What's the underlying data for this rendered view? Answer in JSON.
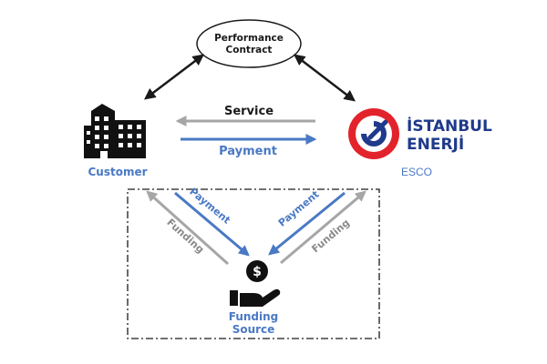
{
  "diagram": {
    "contract": {
      "line1": "Performance",
      "line2": "Contract"
    },
    "customer": {
      "label": "Customer",
      "icon": "office-building-icon"
    },
    "esco": {
      "brand_line1": "İSTANBUL",
      "brand_line2": "ENERJİ",
      "label": "ESCO",
      "logo_icon": "istanbul-enerji-logo"
    },
    "flows": {
      "service_label": "Service",
      "payment_label": "Payment"
    },
    "funding": {
      "label_line1": "Funding",
      "label_line2": "Source",
      "icon": "hand-holding-dollar-icon",
      "coin_symbol": "$",
      "left_payment_label": "Payment",
      "left_funding_label": "Funding",
      "right_payment_label": "Payment",
      "right_funding_label": "Funding"
    },
    "colors": {
      "blue": "#4a79c4",
      "gray": "#a6a6a6",
      "dark": "#1a1a1a",
      "brand_red": "#e3232b",
      "brand_navy": "#1f3a8a"
    }
  }
}
